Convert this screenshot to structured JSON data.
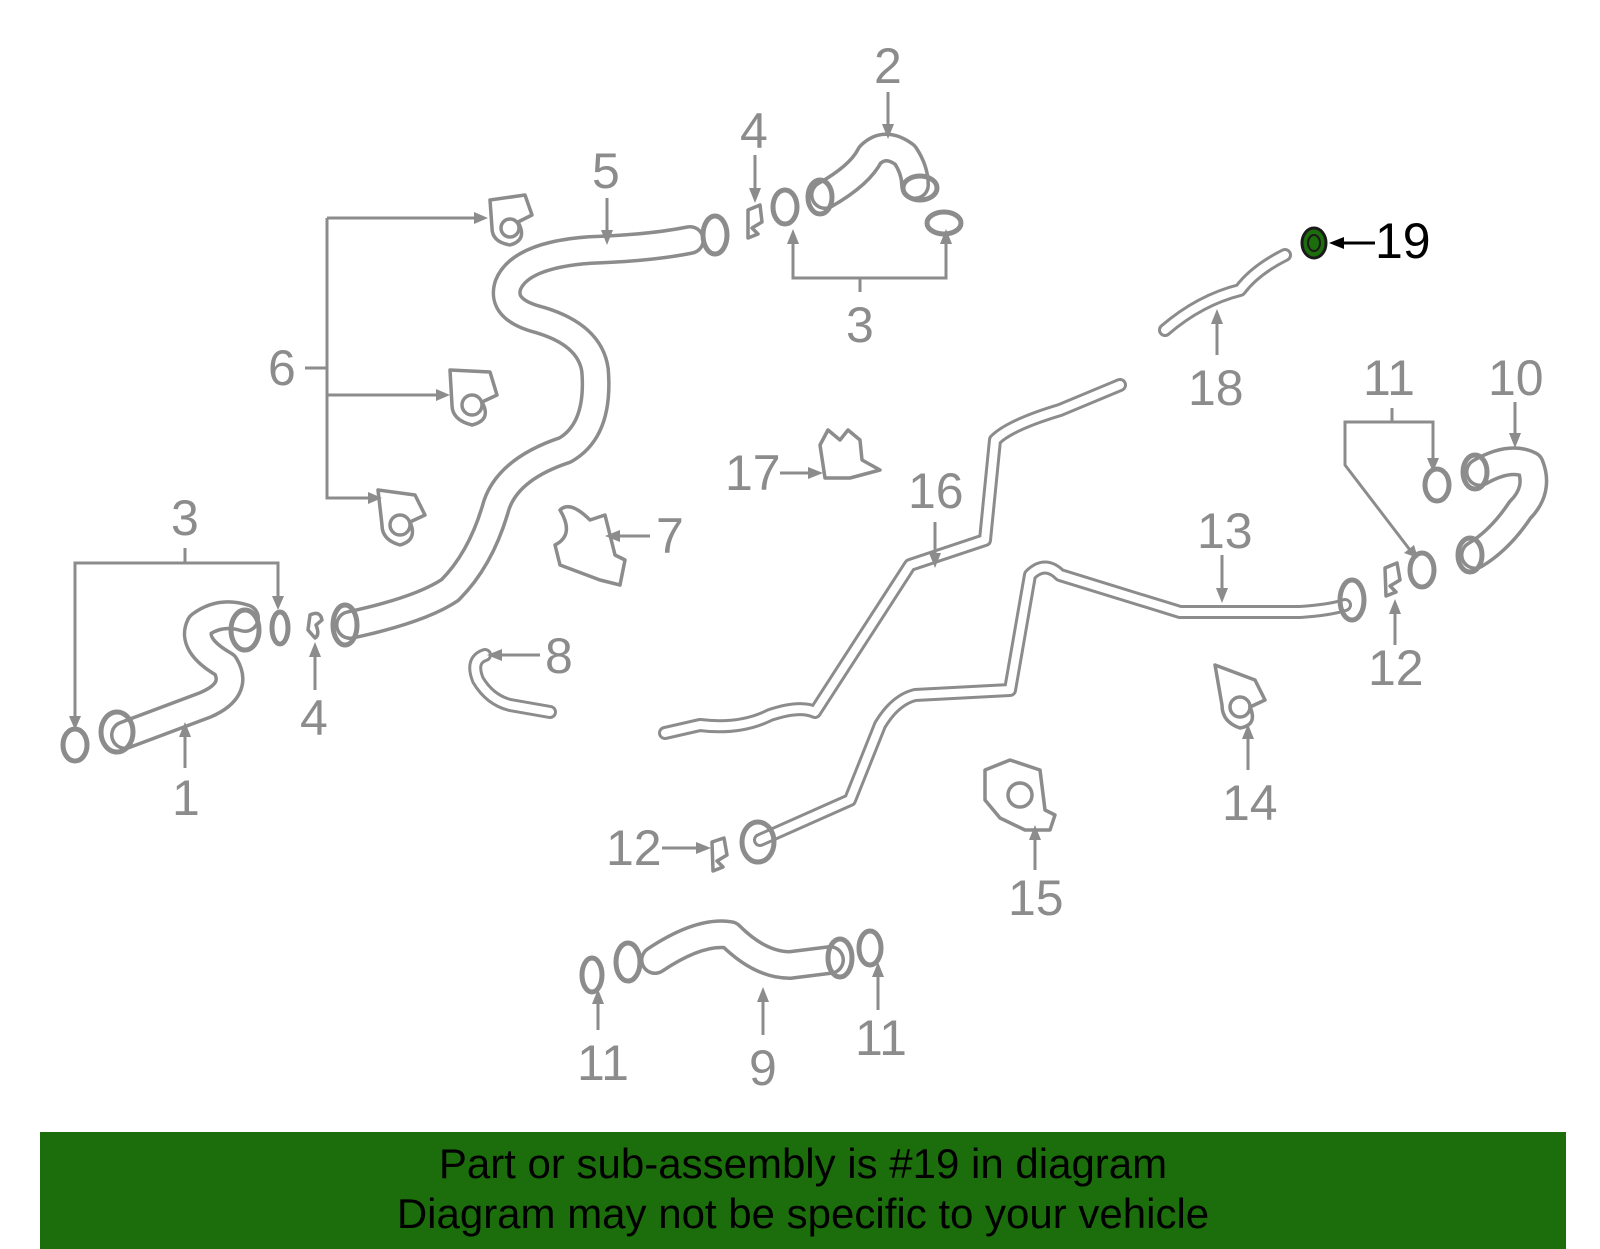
{
  "diagram": {
    "callouts": {
      "c1": "1",
      "c2": "2",
      "c3a": "3",
      "c3b": "3",
      "c4a": "4",
      "c4b": "4",
      "c5": "5",
      "c6": "6",
      "c7": "7",
      "c8": "8",
      "c9": "9",
      "c10": "10",
      "c11a": "11",
      "c11b": "11",
      "c11c": "11",
      "c12a": "12",
      "c12b": "12",
      "c13": "13",
      "c14": "14",
      "c15": "15",
      "c16": "16",
      "c17": "17",
      "c18": "18",
      "c19": "19"
    },
    "highlighted_part": "19"
  },
  "colors": {
    "part_stroke": "#8c8c8c",
    "highlight_fill": "#1c6d0c",
    "banner_background": "#1c6d0c",
    "banner_text": "#000000"
  },
  "banner": {
    "line1": "Part or sub-assembly is #19 in diagram",
    "line2": "Diagram may not be specific to your vehicle"
  }
}
